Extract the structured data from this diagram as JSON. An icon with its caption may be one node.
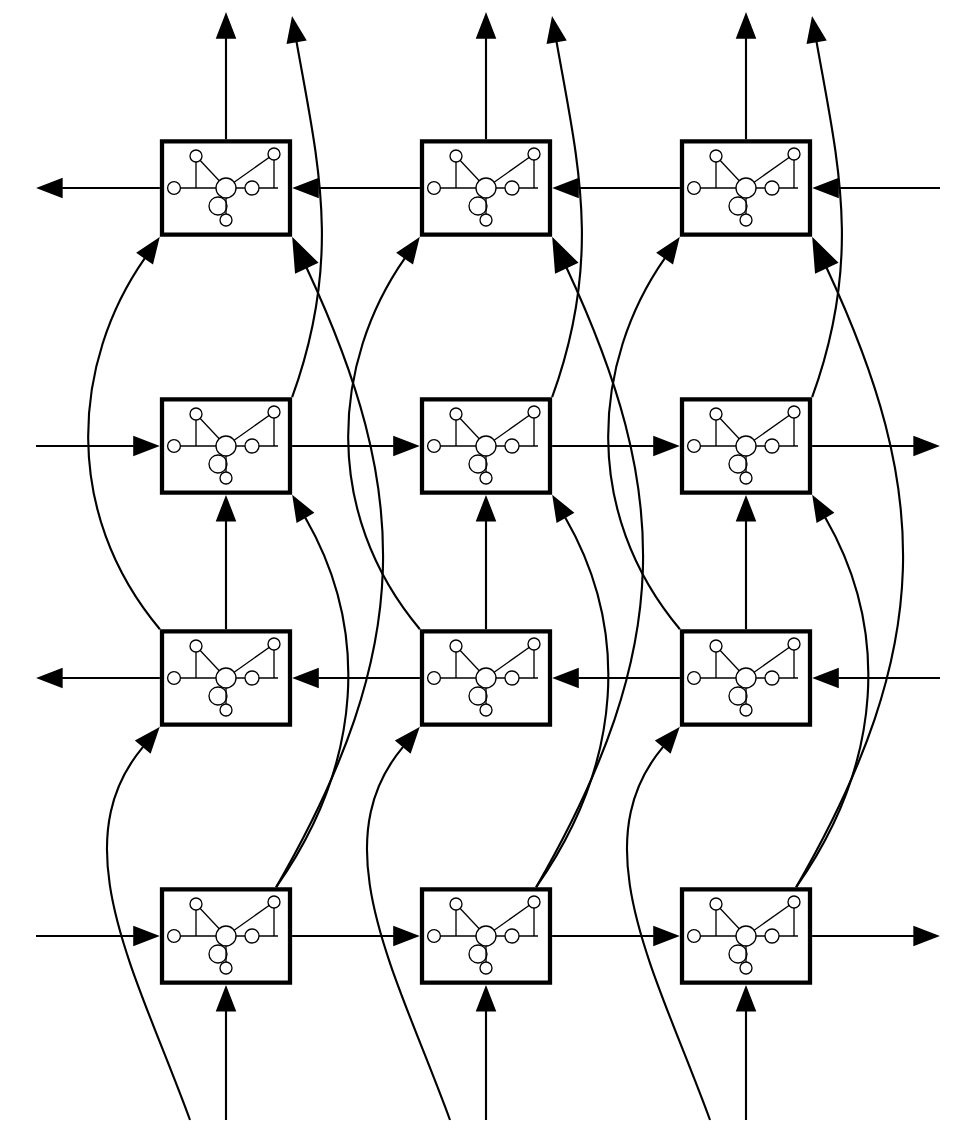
{
  "diagram": {
    "nodes": [
      {
        "text": [],
        "shape": "box"
      },
      {
        "text": [],
        "shape": "box"
      },
      {
        "text": [],
        "shape": "box"
      },
      {
        "text": [],
        "shape": "box"
      },
      {
        "text": [],
        "shape": "box"
      },
      {
        "text": [],
        "shape": "box"
      },
      {
        "text": [],
        "shape": "box"
      },
      {
        "text": [],
        "shape": "box"
      },
      {
        "text": [],
        "shape": "box"
      },
      {
        "text": [],
        "shape": "box"
      },
      {
        "text": [],
        "shape": "box"
      },
      {
        "text": [],
        "shape": "box"
      }
    ],
    "edges": [
      {
        "from": null,
        "to": 2,
        "arrow": "to"
      },
      {
        "from": 2,
        "to": 1,
        "arrow": "to"
      },
      {
        "from": 1,
        "to": 0,
        "arrow": "to"
      },
      {
        "from": 0,
        "to": null,
        "arrow": "to"
      },
      {
        "from": null,
        "to": 3,
        "arrow": "to"
      },
      {
        "from": 3,
        "to": 4,
        "arrow": "to"
      },
      {
        "from": 4,
        "to": 5,
        "arrow": "to"
      },
      {
        "from": 5,
        "to": null,
        "arrow": "to"
      },
      {
        "from": null,
        "to": 8,
        "arrow": "to"
      },
      {
        "from": 8,
        "to": 7,
        "arrow": "to"
      },
      {
        "from": 7,
        "to": 6,
        "arrow": "to"
      },
      {
        "from": 6,
        "to": null,
        "arrow": "to"
      },
      {
        "from": null,
        "to": 9,
        "arrow": "to"
      },
      {
        "from": 9,
        "to": 10,
        "arrow": "to"
      },
      {
        "from": 10,
        "to": 11,
        "arrow": "to"
      },
      {
        "from": 11,
        "to": null,
        "arrow": "to"
      },
      {
        "from": null,
        "to": 9,
        "arrow": "to"
      },
      {
        "from": null,
        "to": 6,
        "arrow": "to"
      },
      {
        "from": 6,
        "to": 3,
        "arrow": "to"
      },
      {
        "from": 6,
        "to": 0,
        "arrow": "to"
      },
      {
        "from": 9,
        "to": 3,
        "arrow": "to"
      },
      {
        "from": 9,
        "to": 0,
        "arrow": "to"
      },
      {
        "from": 3,
        "to": null,
        "arrow": "to"
      },
      {
        "from": 0,
        "to": null,
        "arrow": "to"
      },
      {
        "from": null,
        "to": 10,
        "arrow": "to"
      },
      {
        "from": null,
        "to": 7,
        "arrow": "to"
      },
      {
        "from": 7,
        "to": 4,
        "arrow": "to"
      },
      {
        "from": 7,
        "to": 1,
        "arrow": "to"
      },
      {
        "from": 10,
        "to": 4,
        "arrow": "to"
      },
      {
        "from": 10,
        "to": 1,
        "arrow": "to"
      },
      {
        "from": 4,
        "to": null,
        "arrow": "to"
      },
      {
        "from": 1,
        "to": null,
        "arrow": "to"
      },
      {
        "from": null,
        "to": 11,
        "arrow": "to"
      },
      {
        "from": null,
        "to": 8,
        "arrow": "to"
      },
      {
        "from": 8,
        "to": 5,
        "arrow": "to"
      },
      {
        "from": 8,
        "to": 2,
        "arrow": "to"
      },
      {
        "from": 11,
        "to": 5,
        "arrow": "to"
      },
      {
        "from": 11,
        "to": 2,
        "arrow": "to"
      },
      {
        "from": 5,
        "to": null,
        "arrow": "to"
      },
      {
        "from": 2,
        "to": null,
        "arrow": "to"
      }
    ]
  }
}
